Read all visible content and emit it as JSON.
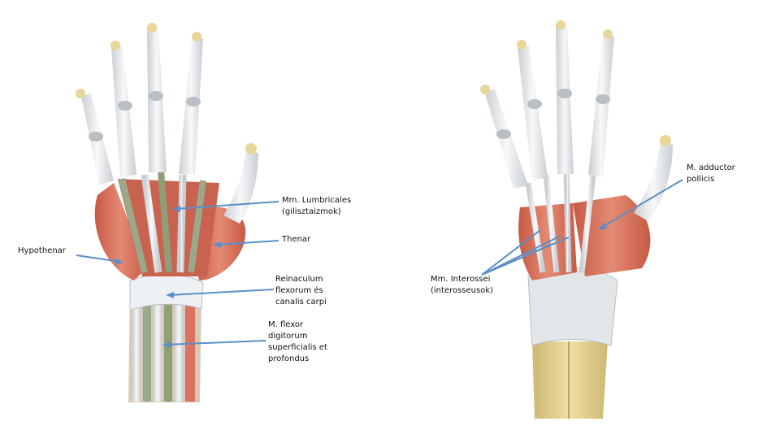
{
  "labels": {
    "lumbricales": [
      "Mm. Lumbricales",
      "(gilisztaizmok)"
    ],
    "thenar": [
      "Thenar"
    ],
    "hypothenar": [
      "Hypothenar"
    ],
    "retinaculum": [
      "Reinaculum",
      "flexorum és",
      "canalis carpi"
    ],
    "flexor": [
      "M. flexor",
      "digitorum",
      "superficialis et",
      "profondus"
    ],
    "interossei": [
      "Mm. Interossei",
      "(interosseusok)"
    ],
    "adductor": [
      "M. adductor",
      "pollicis"
    ]
  },
  "colors": {
    "pointer": "#5b8fc7",
    "muscle": "#d9735f",
    "muscle_light": "#eaa08e",
    "tendon": "#eef0f2",
    "tendon_shadow": "#b9bfc4",
    "bone": "#e8d79a",
    "tendon_sheath_green": "#8fa079"
  }
}
